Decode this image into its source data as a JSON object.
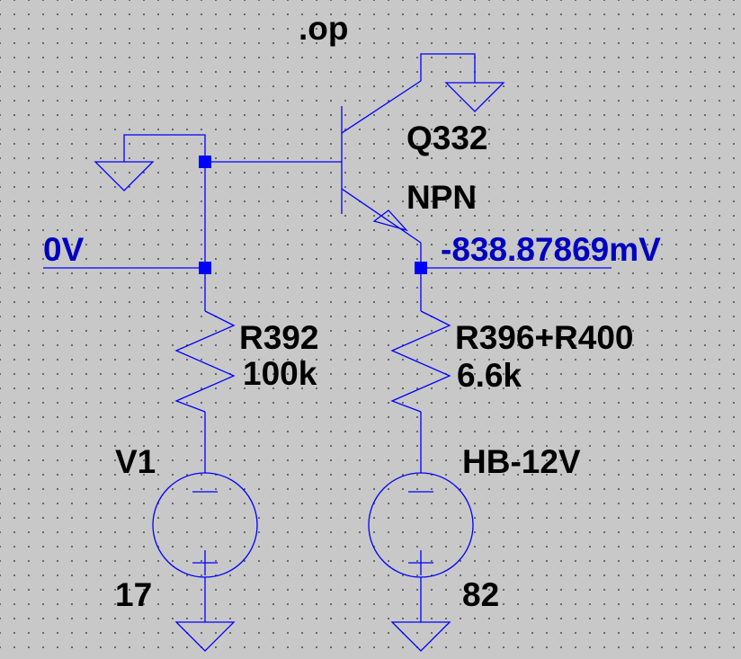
{
  "directive": ".op",
  "transistor": {
    "name": "Q332",
    "model": "NPN"
  },
  "resistors": [
    {
      "name": "R392",
      "value": "100k"
    },
    {
      "name": "R396+R400",
      "value": "6.6k"
    }
  ],
  "sources": [
    {
      "name": "V1",
      "value": "17"
    },
    {
      "name": "HB-12V",
      "value": "82"
    }
  ],
  "nets": {
    "base_left_label": "0V",
    "emitter_label": "-838.87869mV"
  },
  "colors": {
    "wire": "#0000ff",
    "net_label": "#0000c0",
    "text": "#000000",
    "background": "#c8c8c8"
  }
}
